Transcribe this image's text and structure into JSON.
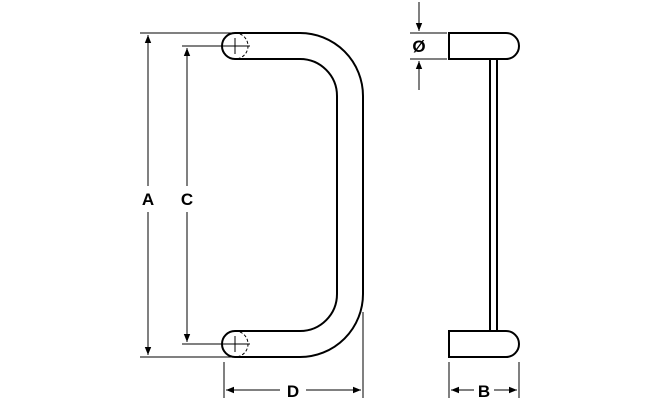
{
  "dimensions": {
    "a": "A",
    "b": "B",
    "c": "C",
    "d": "D",
    "diameter": "Ø"
  }
}
